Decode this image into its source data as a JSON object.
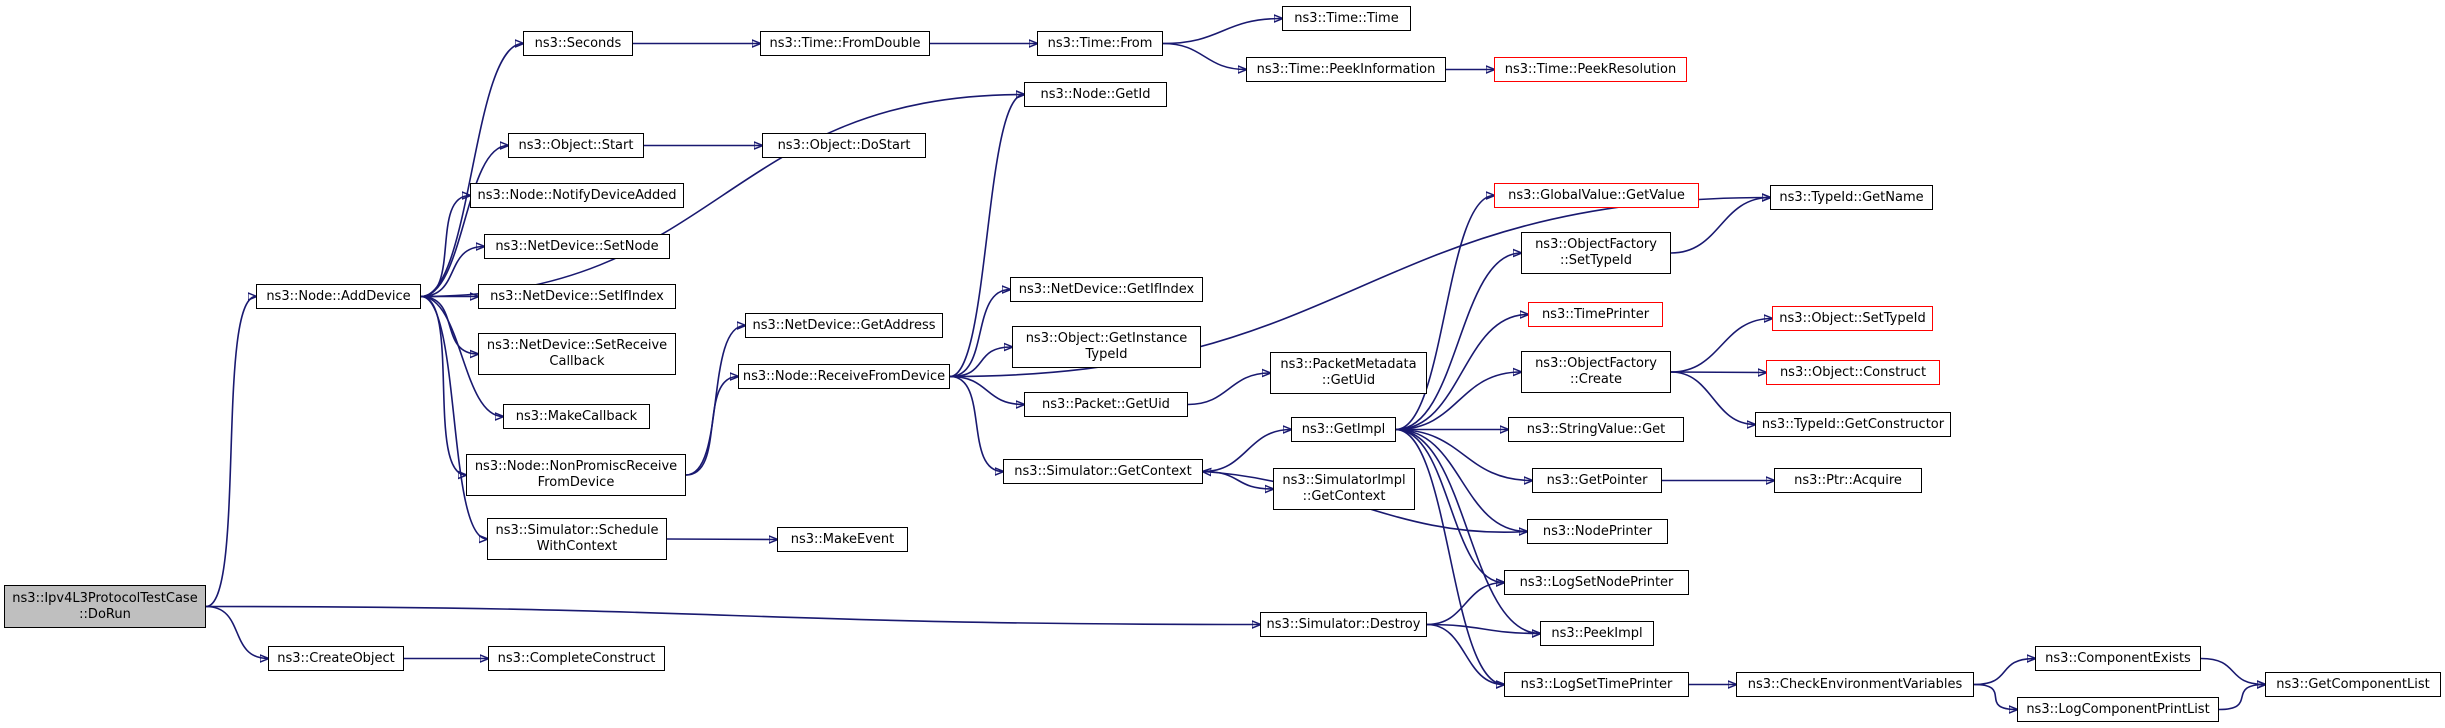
{
  "graph": {
    "colors": {
      "edge": "#191970",
      "node_border": "#000000",
      "truncated_border": "#ff0000",
      "root_fill": "#bfbfbf",
      "node_fill": "#ffffff"
    },
    "nodes": [
      {
        "id": "dorun",
        "lines": [
          "ns3::Ipv4L3ProtocolTestCase",
          "::DoRun"
        ],
        "style": "root"
      },
      {
        "id": "adddevice",
        "lines": [
          "ns3::Node::AddDevice"
        ]
      },
      {
        "id": "createobject",
        "lines": [
          "ns3::CreateObject"
        ]
      },
      {
        "id": "completeconstruct",
        "lines": [
          "ns3::CompleteConstruct"
        ]
      },
      {
        "id": "seconds",
        "lines": [
          "ns3::Seconds"
        ]
      },
      {
        "id": "fromdouble",
        "lines": [
          "ns3::Time::FromDouble"
        ]
      },
      {
        "id": "timefrom",
        "lines": [
          "ns3::Time::From"
        ]
      },
      {
        "id": "timetime",
        "lines": [
          "ns3::Time::Time"
        ]
      },
      {
        "id": "peekinfo",
        "lines": [
          "ns3::Time::PeekInformation"
        ]
      },
      {
        "id": "peekres",
        "lines": [
          "ns3::Time::PeekResolution"
        ],
        "style": "trunc"
      },
      {
        "id": "nodegetid",
        "lines": [
          "ns3::Node::GetId"
        ]
      },
      {
        "id": "objstart",
        "lines": [
          "ns3::Object::Start"
        ]
      },
      {
        "id": "objdostart",
        "lines": [
          "ns3::Object::DoStart"
        ]
      },
      {
        "id": "notifydevadded",
        "lines": [
          "ns3::Node::NotifyDeviceAdded"
        ]
      },
      {
        "id": "setnode",
        "lines": [
          "ns3::NetDevice::SetNode"
        ]
      },
      {
        "id": "setifindex",
        "lines": [
          "ns3::NetDevice::SetIfIndex"
        ]
      },
      {
        "id": "setreceivecb",
        "lines": [
          "ns3::NetDevice::SetReceive",
          "Callback"
        ]
      },
      {
        "id": "makecallback",
        "lines": [
          "ns3::MakeCallback"
        ]
      },
      {
        "id": "nonpromisc",
        "lines": [
          "ns3::Node::NonPromiscReceive",
          "FromDevice"
        ]
      },
      {
        "id": "schedctx",
        "lines": [
          "ns3::Simulator::Schedule",
          "WithContext"
        ]
      },
      {
        "id": "makeevent",
        "lines": [
          "ns3::MakeEvent"
        ]
      },
      {
        "id": "getaddress",
        "lines": [
          "ns3::NetDevice::GetAddress"
        ]
      },
      {
        "id": "recvfromdev",
        "lines": [
          "ns3::Node::ReceiveFromDevice"
        ]
      },
      {
        "id": "getifindex",
        "lines": [
          "ns3::NetDevice::GetIfIndex"
        ]
      },
      {
        "id": "getinsttypeid",
        "lines": [
          "ns3::Object::GetInstance",
          "TypeId"
        ]
      },
      {
        "id": "packetgetuid",
        "lines": [
          "ns3::Packet::GetUid"
        ]
      },
      {
        "id": "pmgetuid",
        "lines": [
          "ns3::PacketMetadata",
          "::GetUid"
        ]
      },
      {
        "id": "simgetctx",
        "lines": [
          "ns3::Simulator::GetContext"
        ]
      },
      {
        "id": "getimpl",
        "lines": [
          "ns3::GetImpl"
        ]
      },
      {
        "id": "simimplgetctx",
        "lines": [
          "ns3::SimulatorImpl",
          "::GetContext"
        ]
      },
      {
        "id": "simdestroy",
        "lines": [
          "ns3::Simulator::Destroy"
        ]
      },
      {
        "id": "globalgetval",
        "lines": [
          "ns3::GlobalValue::GetValue"
        ],
        "style": "trunc"
      },
      {
        "id": "ofsettypeid",
        "lines": [
          "ns3::ObjectFactory",
          "::SetTypeId"
        ]
      },
      {
        "id": "timeprinter",
        "lines": [
          "ns3::TimePrinter"
        ],
        "style": "trunc"
      },
      {
        "id": "ofcreate",
        "lines": [
          "ns3::ObjectFactory",
          "::Create"
        ]
      },
      {
        "id": "stringvalget",
        "lines": [
          "ns3::StringValue::Get"
        ]
      },
      {
        "id": "getpointer",
        "lines": [
          "ns3::GetPointer"
        ]
      },
      {
        "id": "nodeprinter",
        "lines": [
          "ns3::NodePrinter"
        ]
      },
      {
        "id": "logsetnodeprinter",
        "lines": [
          "ns3::LogSetNodePrinter"
        ]
      },
      {
        "id": "peekimpl",
        "lines": [
          "ns3::PeekImpl"
        ]
      },
      {
        "id": "logsettimeprinter",
        "lines": [
          "ns3::LogSetTimePrinter"
        ]
      },
      {
        "id": "typeidgetname",
        "lines": [
          "ns3::TypeId::GetName"
        ]
      },
      {
        "id": "objsettypeid",
        "lines": [
          "ns3::Object::SetTypeId"
        ],
        "style": "trunc"
      },
      {
        "id": "objconstruct",
        "lines": [
          "ns3::Object::Construct"
        ],
        "style": "trunc"
      },
      {
        "id": "typeidgetctor",
        "lines": [
          "ns3::TypeId::GetConstructor"
        ]
      },
      {
        "id": "ptracquire",
        "lines": [
          "ns3::Ptr::Acquire"
        ]
      },
      {
        "id": "checkenv",
        "lines": [
          "ns3::CheckEnvironmentVariables"
        ]
      },
      {
        "id": "compexists",
        "lines": [
          "ns3::ComponentExists"
        ]
      },
      {
        "id": "logcompprint",
        "lines": [
          "ns3::LogComponentPrintList"
        ]
      },
      {
        "id": "getcomplist",
        "lines": [
          "ns3::GetComponentList"
        ]
      }
    ],
    "edges": [
      [
        "dorun",
        "adddevice"
      ],
      [
        "dorun",
        "createobject"
      ],
      [
        "dorun",
        "simdestroy"
      ],
      [
        "createobject",
        "completeconstruct"
      ],
      [
        "adddevice",
        "seconds"
      ],
      [
        "adddevice",
        "nodegetid"
      ],
      [
        "adddevice",
        "objstart"
      ],
      [
        "adddevice",
        "notifydevadded"
      ],
      [
        "adddevice",
        "setnode"
      ],
      [
        "adddevice",
        "setifindex"
      ],
      [
        "adddevice",
        "setreceivecb"
      ],
      [
        "adddevice",
        "makecallback"
      ],
      [
        "adddevice",
        "nonpromisc"
      ],
      [
        "adddevice",
        "schedctx"
      ],
      [
        "seconds",
        "fromdouble"
      ],
      [
        "fromdouble",
        "timefrom"
      ],
      [
        "timefrom",
        "timetime"
      ],
      [
        "timefrom",
        "peekinfo"
      ],
      [
        "peekinfo",
        "peekres"
      ],
      [
        "objstart",
        "objdostart"
      ],
      [
        "schedctx",
        "makeevent"
      ],
      [
        "nonpromisc",
        "getaddress"
      ],
      [
        "nonpromisc",
        "recvfromdev"
      ],
      [
        "recvfromdev",
        "nodegetid"
      ],
      [
        "recvfromdev",
        "typeidgetname"
      ],
      [
        "recvfromdev",
        "getifindex"
      ],
      [
        "recvfromdev",
        "getinsttypeid"
      ],
      [
        "recvfromdev",
        "packetgetuid"
      ],
      [
        "recvfromdev",
        "simgetctx"
      ],
      [
        "packetgetuid",
        "pmgetuid"
      ],
      [
        "simgetctx",
        "getimpl"
      ],
      [
        "simgetctx",
        "simimplgetctx"
      ],
      [
        "getimpl",
        "globalgetval"
      ],
      [
        "getimpl",
        "ofsettypeid"
      ],
      [
        "getimpl",
        "timeprinter"
      ],
      [
        "getimpl",
        "ofcreate"
      ],
      [
        "getimpl",
        "stringvalget"
      ],
      [
        "getimpl",
        "getpointer"
      ],
      [
        "getimpl",
        "nodeprinter"
      ],
      [
        "getimpl",
        "logsetnodeprinter"
      ],
      [
        "getimpl",
        "peekimpl"
      ],
      [
        "getimpl",
        "logsettimeprinter"
      ],
      [
        "nodeprinter",
        "simgetctx"
      ],
      [
        "simdestroy",
        "logsetnodeprinter"
      ],
      [
        "simdestroy",
        "peekimpl"
      ],
      [
        "simdestroy",
        "logsettimeprinter"
      ],
      [
        "ofsettypeid",
        "typeidgetname"
      ],
      [
        "ofcreate",
        "objsettypeid"
      ],
      [
        "ofcreate",
        "objconstruct"
      ],
      [
        "ofcreate",
        "typeidgetctor"
      ],
      [
        "getpointer",
        "ptracquire"
      ],
      [
        "logsettimeprinter",
        "checkenv"
      ],
      [
        "checkenv",
        "compexists"
      ],
      [
        "checkenv",
        "logcompprint"
      ],
      [
        "compexists",
        "getcomplist"
      ],
      [
        "logcompprint",
        "getcomplist"
      ]
    ]
  }
}
